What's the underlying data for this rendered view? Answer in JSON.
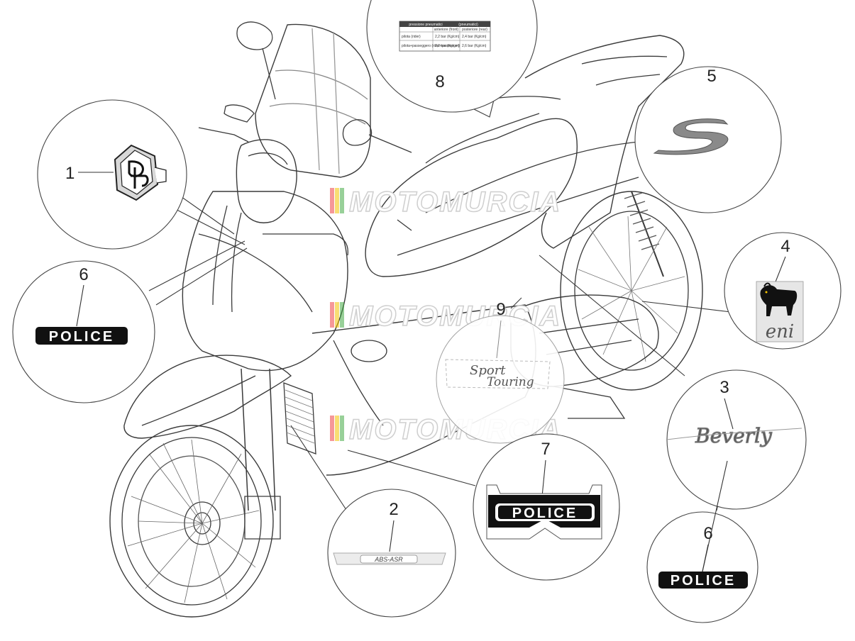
{
  "callouts": [
    {
      "num": "1"
    },
    {
      "num": "2"
    },
    {
      "num": "3"
    },
    {
      "num": "4"
    },
    {
      "num": "5"
    },
    {
      "num": "6"
    },
    {
      "num": "6"
    },
    {
      "num": "7"
    },
    {
      "num": "8"
    },
    {
      "num": "9"
    }
  ],
  "decals": {
    "police": "POLICE",
    "abs_asr": "ABS-ASR",
    "brand": "Beverly",
    "eni": "eni",
    "sport": "Sport",
    "touring": "Touring",
    "letter_s": "S"
  },
  "watermark": {
    "text": "MOTOMURCIA"
  },
  "tyre_label": {
    "header": [
      "pressione pneumatici",
      "(pneumatici)"
    ],
    "col_headers": [
      "anteriore (front)",
      "posteriore (rear)"
    ],
    "rows": [
      {
        "label": "pilota (rider)",
        "front": "2,2 bar (Kg/cm)",
        "rear": "2,4 bar (Kg/cm)"
      },
      {
        "label": "pilota+passeggero (rider+passenger)",
        "front": "2,2 bar (Kg/cm)",
        "rear": "2,6 bar (Kg/cm)"
      }
    ]
  },
  "colors": {
    "line": "#3a3a3a",
    "decal_black": "#111111",
    "eni_yellow": "#f5c400",
    "watermark_shadow": "#9a9a9a"
  }
}
